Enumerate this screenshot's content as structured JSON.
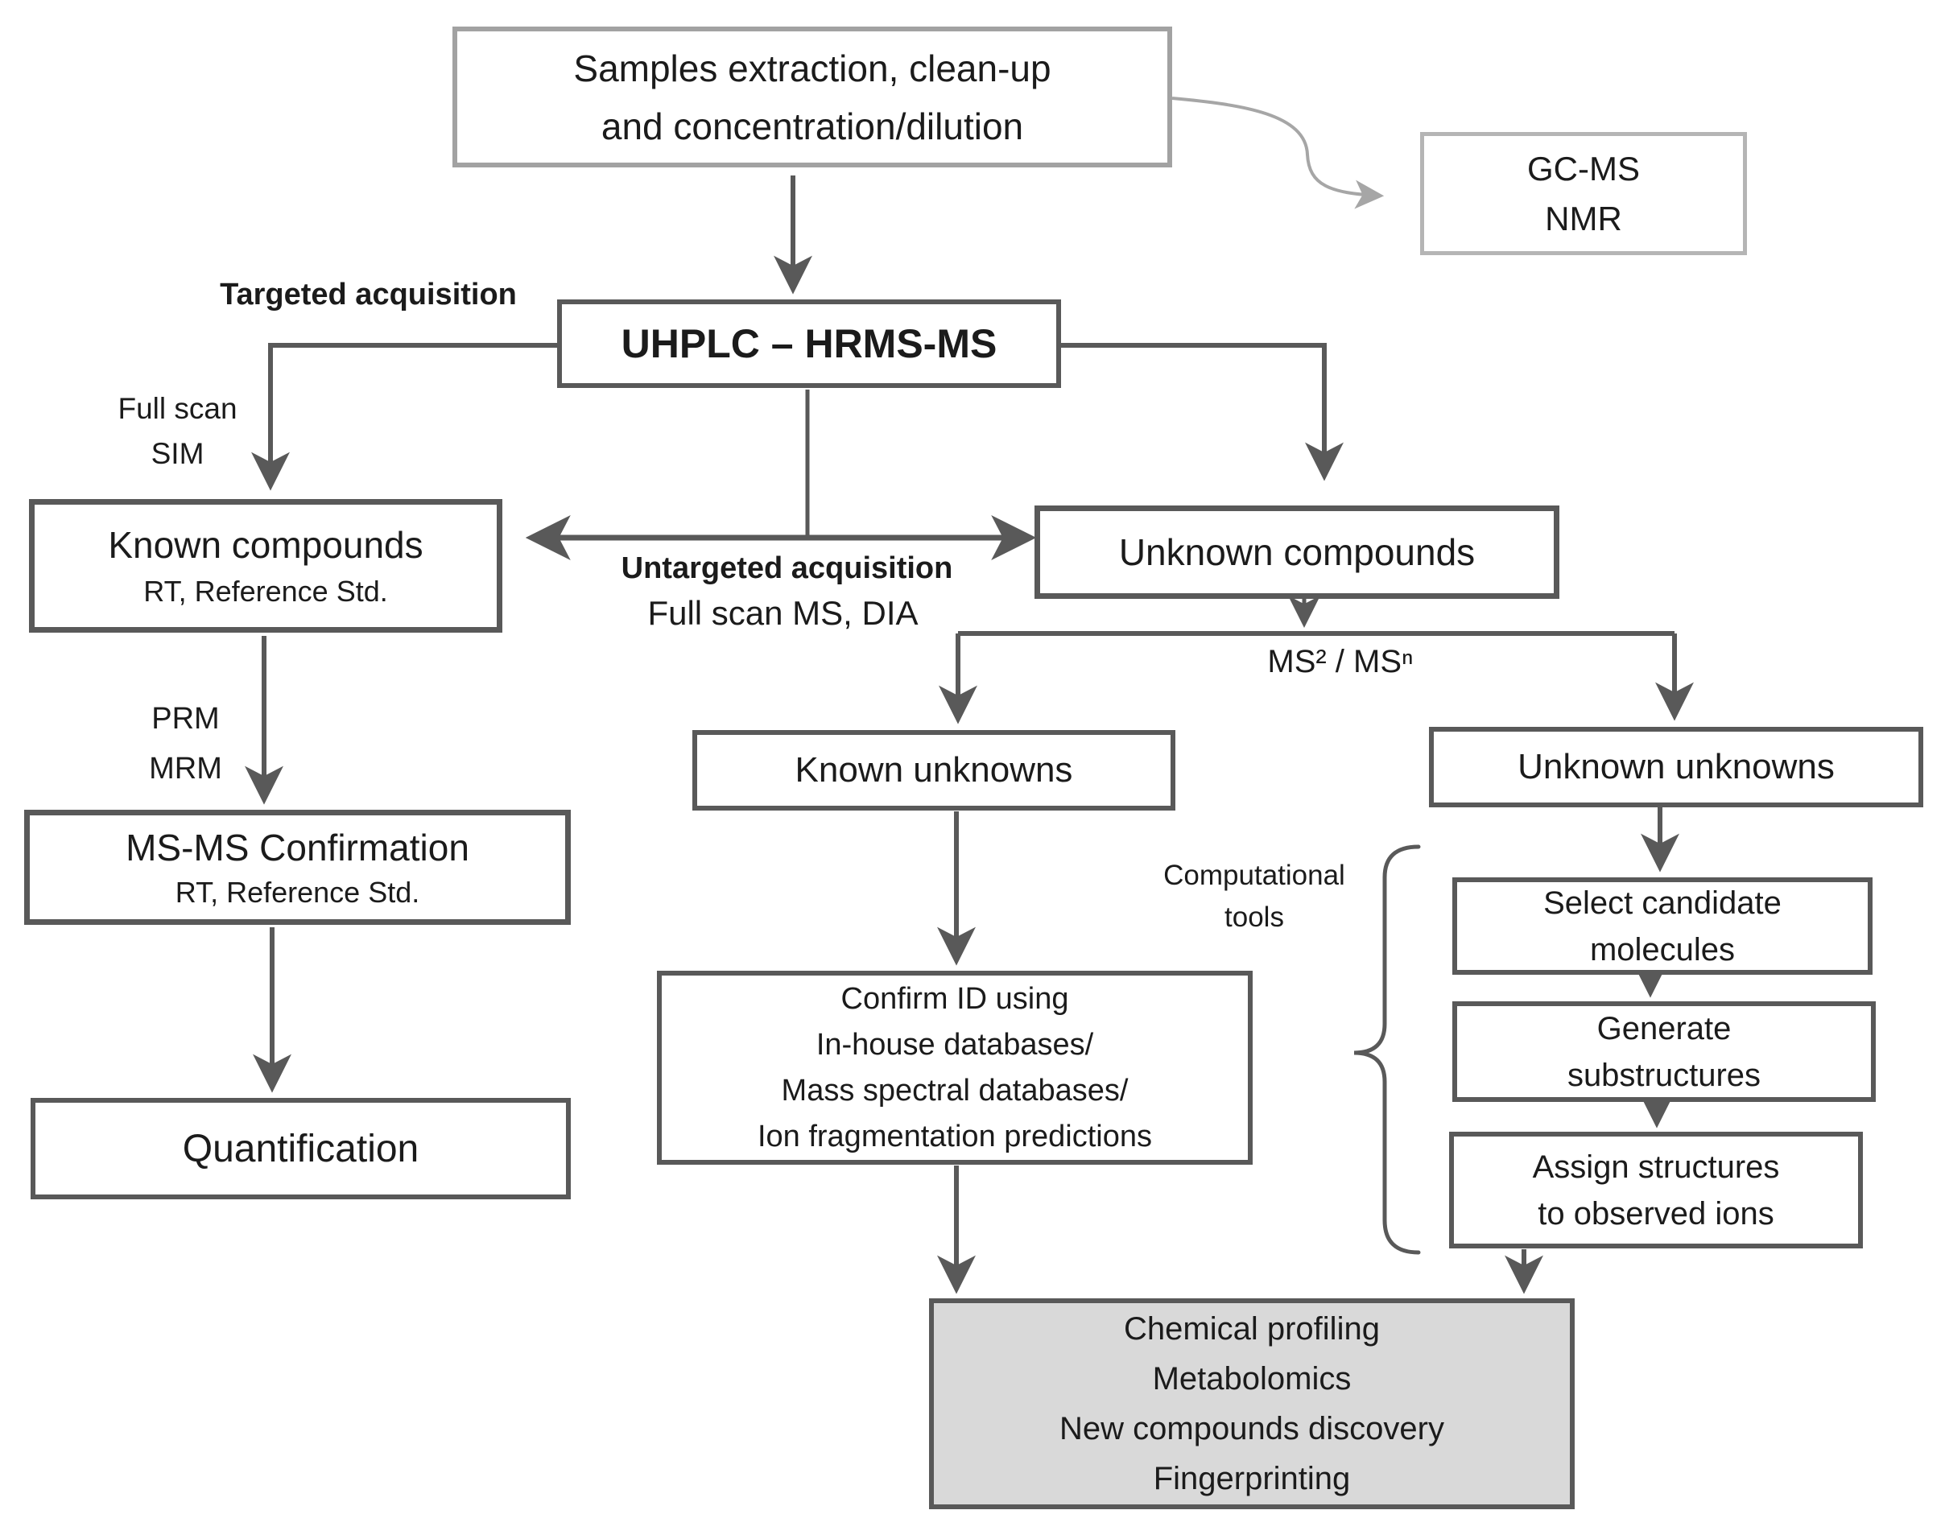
{
  "diagram": {
    "boxes": {
      "samples": {
        "lines": [
          "Samples extraction, clean-up",
          "and concentration/dilution"
        ]
      },
      "gcms": {
        "lines": [
          "GC-MS",
          "NMR"
        ]
      },
      "uhplc": {
        "label": "UHPLC – HRMS-MS"
      },
      "known_compounds": {
        "title": "Known compounds",
        "subtitle": "RT, Reference Std."
      },
      "unknown_compounds": {
        "title": "Unknown compounds"
      },
      "known_unknowns": {
        "title": "Known unknowns"
      },
      "unknown_unknowns": {
        "title": "Unknown unknowns"
      },
      "select_candidate": {
        "lines": [
          "Select candidate",
          "molecules"
        ]
      },
      "generate_substructures": {
        "lines": [
          "Generate",
          "substructures"
        ]
      },
      "assign_structures": {
        "lines": [
          "Assign structures",
          "to observed ions"
        ]
      },
      "confirm_id": {
        "lines": [
          "Confirm ID using",
          "In-house databases/",
          "Mass spectral databases/",
          "Ion fragmentation predictions"
        ]
      },
      "msms_confirmation": {
        "title": "MS-MS Confirmation",
        "subtitle": "RT, Reference Std."
      },
      "quantification": {
        "title": "Quantification"
      },
      "outcomes": {
        "lines": [
          "Chemical profiling",
          "Metabolomics",
          "New compounds discovery",
          "Fingerprinting"
        ]
      }
    },
    "labels": {
      "targeted": "Targeted acquisition",
      "full_scan_sim": [
        "Full scan",
        "SIM"
      ],
      "untargeted": "Untargeted acquisition",
      "full_scan_dia": "Full scan MS, DIA",
      "prm_mrm": [
        "PRM",
        "MRM"
      ],
      "ms_levels": "MS² / MSⁿ",
      "computational_tools": [
        "Computational",
        "tools"
      ]
    },
    "colors": {
      "connector_dark": "#595959",
      "connector_light": "#a6a6a6",
      "box_border_dark": "#595959",
      "box_border_light": "#a8a8a8",
      "outcomes_fill": "#d9d9d9",
      "text": "#1b1b1b",
      "background": "#ffffff"
    }
  }
}
